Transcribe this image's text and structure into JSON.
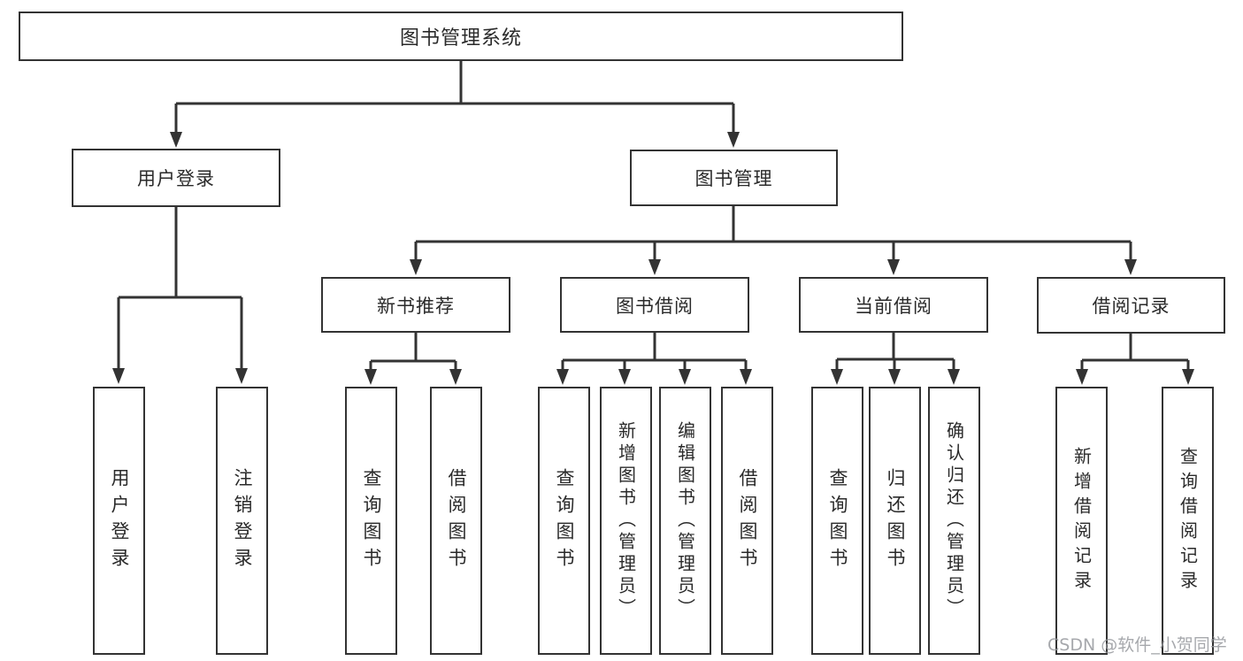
{
  "colors": {
    "line": "#333333",
    "box_border": "#333333",
    "text": "#2a2a2a",
    "watermark": "#96999e",
    "background": "#ffffff"
  },
  "watermark": {
    "text": "CSDN @软件_小贺同学"
  },
  "tree": {
    "root": {
      "label": "图书管理系统"
    },
    "level1": [
      {
        "label": "用户登录"
      },
      {
        "label": "图书管理"
      }
    ],
    "level2": [
      {
        "label": "新书推荐",
        "parent": "图书管理"
      },
      {
        "label": "图书借阅",
        "parent": "图书管理"
      },
      {
        "label": "当前借阅",
        "parent": "图书管理"
      },
      {
        "label": "借阅记录",
        "parent": "图书管理"
      }
    ],
    "leaves": [
      {
        "label": "用户登录",
        "parent": "用户登录"
      },
      {
        "label": "注销登录",
        "parent": "用户登录"
      },
      {
        "label": "查询图书",
        "parent": "新书推荐"
      },
      {
        "label": "借阅图书",
        "parent": "新书推荐"
      },
      {
        "label": "查询图书",
        "parent": "图书借阅"
      },
      {
        "label": "新增图书（管理员）",
        "parent": "图书借阅"
      },
      {
        "label": "编辑图书（管理员）",
        "parent": "图书借阅"
      },
      {
        "label": "借阅图书",
        "parent": "图书借阅"
      },
      {
        "label": "查询图书",
        "parent": "当前借阅"
      },
      {
        "label": "归还图书",
        "parent": "当前借阅"
      },
      {
        "label": "确认归还（管理员）",
        "parent": "当前借阅"
      },
      {
        "label": "新增借阅记录",
        "parent": "借阅记录"
      },
      {
        "label": "查询借阅记录",
        "parent": "借阅记录"
      }
    ]
  }
}
